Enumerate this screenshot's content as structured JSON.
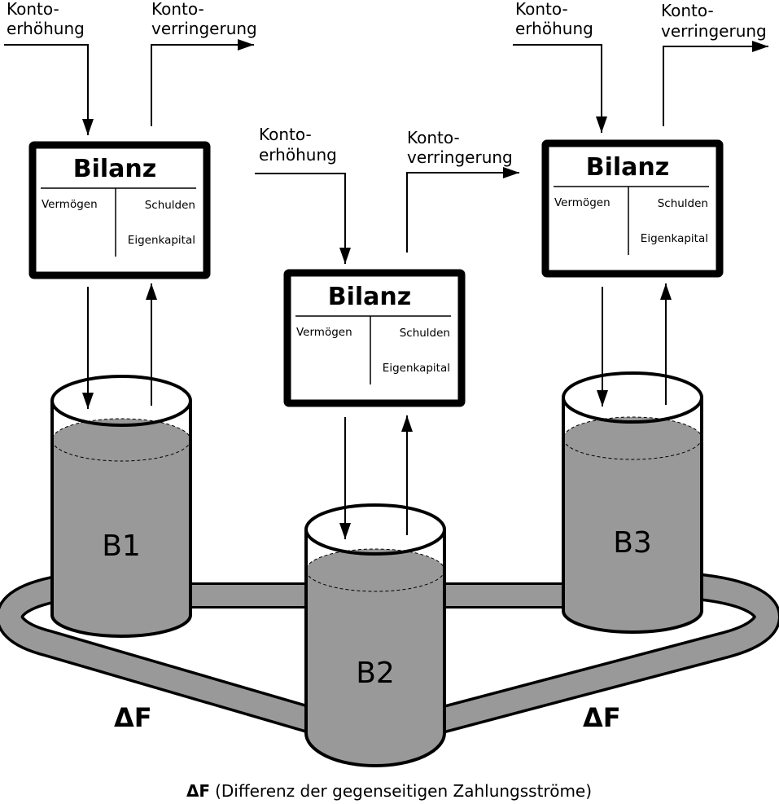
{
  "bilanz": {
    "title": "Bilanz",
    "left": "Vermögen",
    "right_top": "Schulden",
    "right_bottom": "Eigenkapital"
  },
  "flows": {
    "increase_1": "Konto-",
    "increase_2": "erhöhung",
    "decrease_1": "Konto-",
    "decrease_2": "verringerung"
  },
  "tanks": [
    "B1",
    "B2",
    "B3"
  ],
  "delta": "ΔF",
  "caption": {
    "symbol": "ΔF",
    "text": "(Differenz der gegenseitigen Zahlungsströme)"
  },
  "colors": {
    "liquid": "#999999",
    "stroke": "#000000"
  }
}
